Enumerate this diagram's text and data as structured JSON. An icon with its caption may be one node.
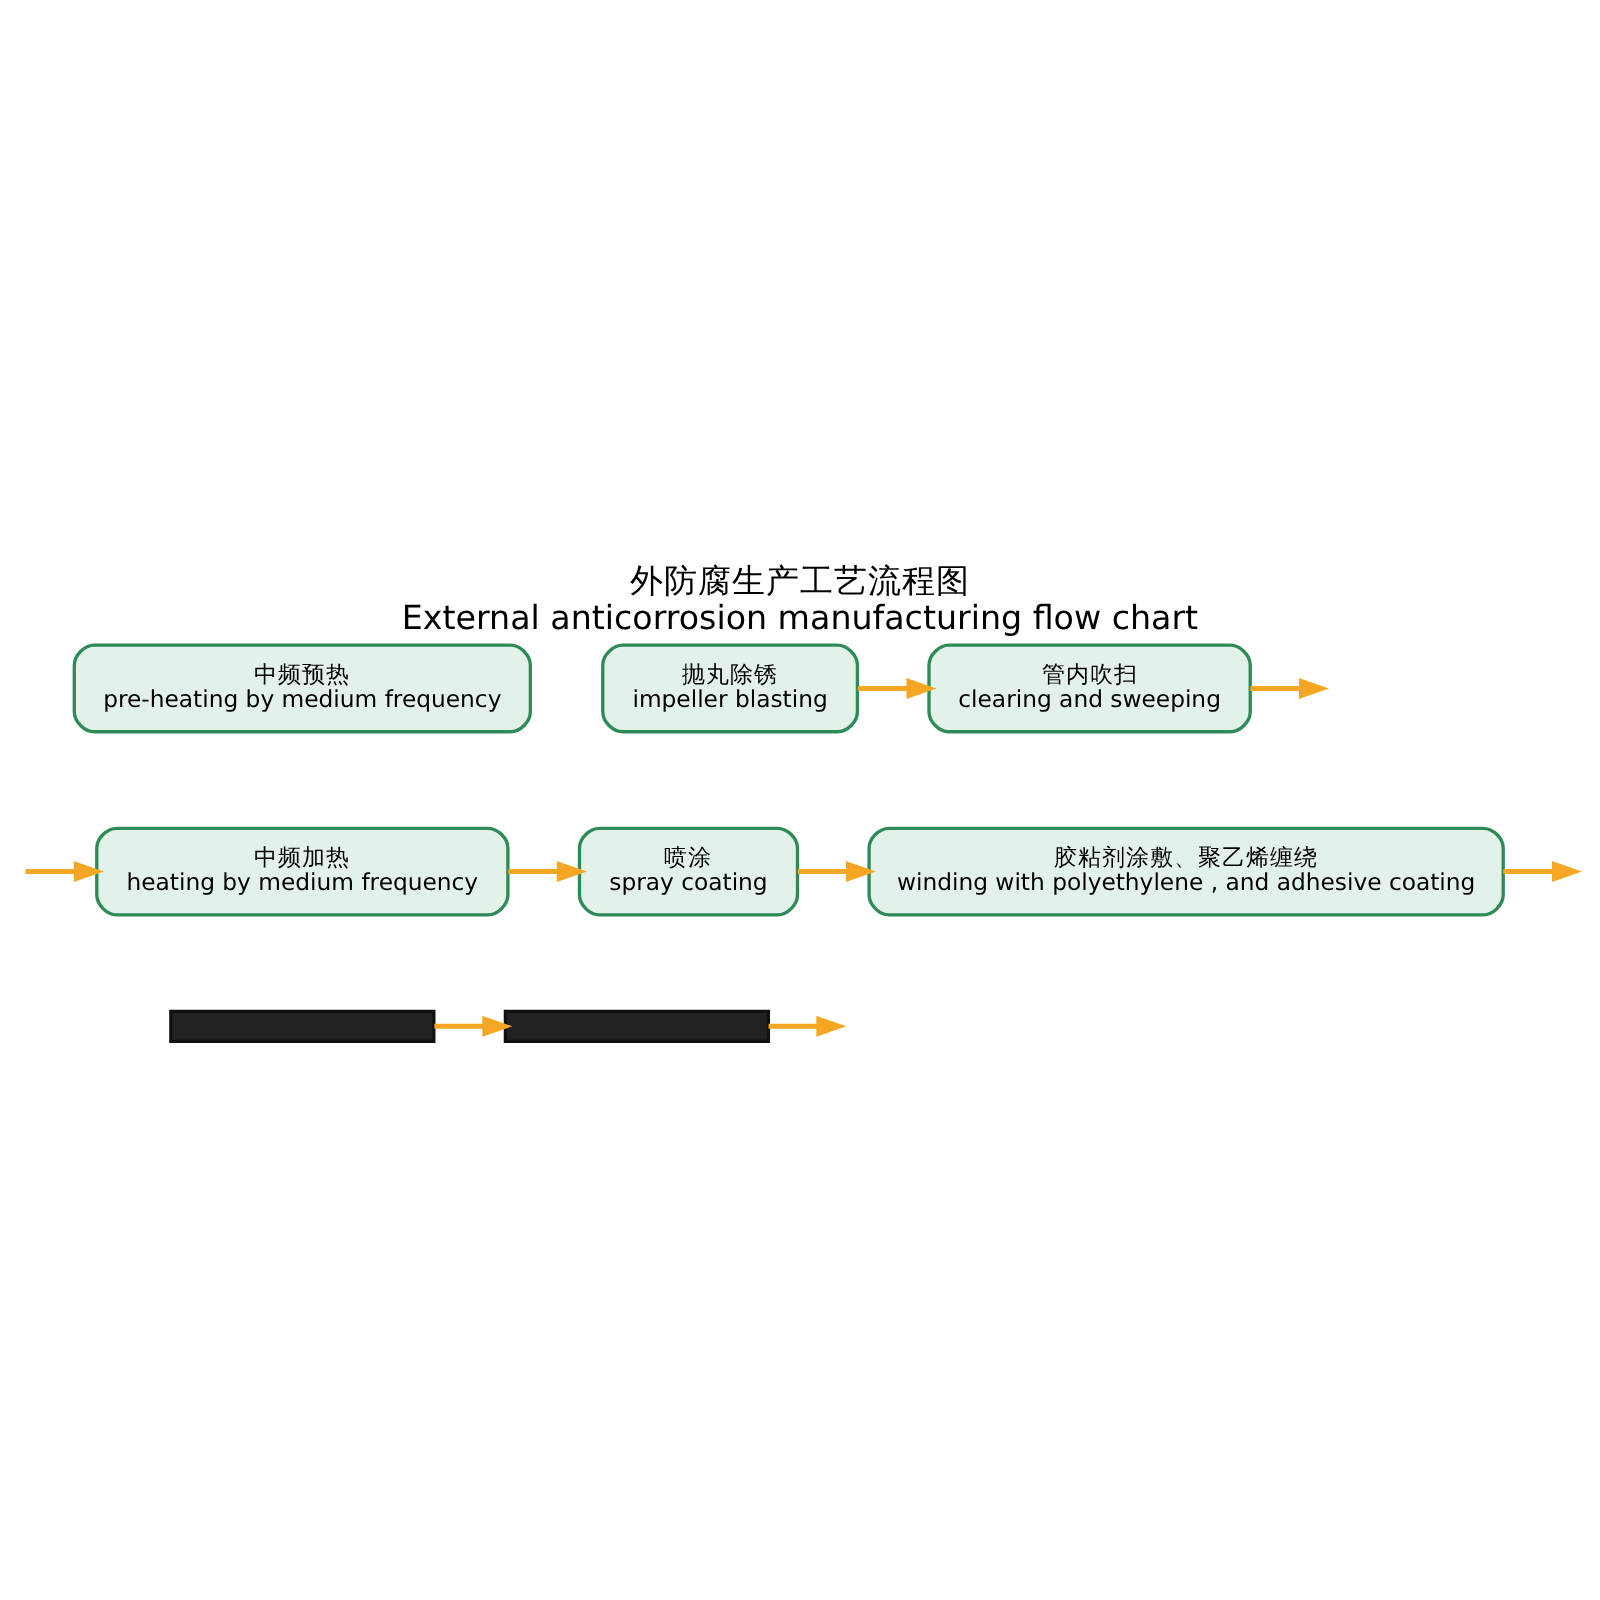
{
  "diagram": {
    "title": "外防腐生产工艺流程图",
    "caption": "External anticorrosion manufacturing flow chart",
    "nodes": [
      {
        "text": [
          "中频预热",
          "pre-heating by medium frequency"
        ]
      },
      {
        "text": [
          "抛丸除锈",
          "impeller blasting"
        ]
      },
      {
        "text": [
          "管内吹扫",
          "clearing and sweeping"
        ]
      },
      {
        "text": [
          "中频加热",
          "heating by medium frequency"
        ]
      },
      {
        "text": [
          "喷涂",
          "spray coating"
        ]
      },
      {
        "text": [
          "胶粘剂涂敷、聚乙烯缠绕",
          "winding with polyethylene , and adhesive coating"
        ]
      },
      {
        "text": [],
        "shape": "bar"
      },
      {
        "text": [],
        "shape": "bar"
      }
    ],
    "edges": [
      {
        "from": 1,
        "to": 2,
        "arrow": "to"
      },
      {
        "from": 2,
        "to": null,
        "arrow": "to"
      },
      {
        "from": null,
        "to": 3,
        "arrow": "to"
      },
      {
        "from": 3,
        "to": 4,
        "arrow": "to"
      },
      {
        "from": 4,
        "to": 5,
        "arrow": "to"
      },
      {
        "from": 5,
        "to": null,
        "arrow": "to"
      },
      {
        "from": 6,
        "to": 7,
        "arrow": "to"
      },
      {
        "from": 7,
        "to": null,
        "arrow": "to"
      }
    ]
  }
}
